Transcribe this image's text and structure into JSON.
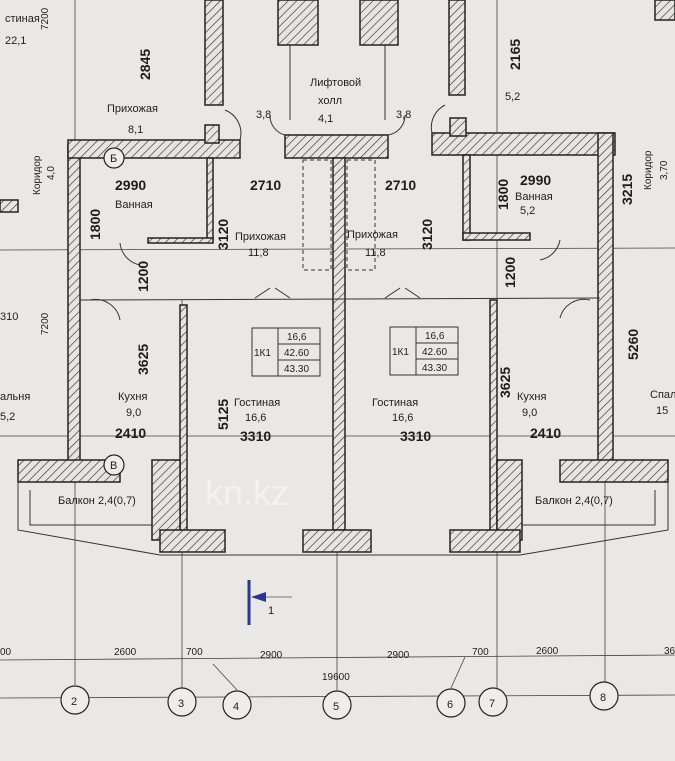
{
  "colors": {
    "paper": "#e9e8e4",
    "ink": "#1e1e1e",
    "section_marker": "#2a3590"
  },
  "top": {
    "gostinaya_partial": "стиная",
    "gostinaya_area": "22,1",
    "prikhozhaya": "Прихожая",
    "prikhozhaya_area": "8,1",
    "dim_2845": "2845",
    "lift_hall_1": "Лифтовой",
    "lift_hall_2": "холл",
    "lift_hall_area": "4,1",
    "tambour_left": "3,8",
    "tambour_right": "3,8",
    "dim_7200_top": "7200",
    "dim_2165": "2165",
    "right_room_area": "5,2"
  },
  "edges": {
    "left_corridor": "Коридор",
    "left_corridor_area": "4,0",
    "left_310": "310",
    "left_bedroom": "альня",
    "left_bedroom_area": "5,2",
    "dim_7200_left": "7200",
    "right_corridor": "Коридор",
    "right_corridor_area": "3,70",
    "right_bedroom": "Спал",
    "right_bedroom_area": "15",
    "right_dim": "36"
  },
  "axes_marks": {
    "b_top": "Б",
    "v_bottom": "В"
  },
  "apt_left": {
    "bath_dim": "2990",
    "bath": "Ванная",
    "bath_dim_v": "1800",
    "hall_dim_w": "2710",
    "hall_dim_h": "3120",
    "hall": "Прихожая",
    "hall_area": "11,8",
    "dim_1200": "1200",
    "kitchen_dim_h": "3625",
    "kitchen": "Кухня",
    "kitchen_area": "9,0",
    "kitchen_dim_w": "2410",
    "living_dim_h": "5125",
    "living": "Гостиная",
    "living_area": "16,6",
    "living_dim_w": "3310",
    "balcony": "Балкон 2,4(0,7)",
    "table": {
      "type": "1К1",
      "living_area": "16,6",
      "total_area": "42.60",
      "total_with_balcony": "43.30"
    }
  },
  "apt_right": {
    "bath_dim": "2990",
    "bath": "Ванная",
    "bath_area": "5,2",
    "bath_dim_v": "1800",
    "hall_dim_w": "2710",
    "hall_dim_h": "3120",
    "hall": "Прихожая",
    "hall_area": "11,8",
    "dim_1200": "1200",
    "dim_3215": "3215",
    "dim_5260": "5260",
    "kitchen_dim_h": "3625",
    "kitchen": "Кухня",
    "kitchen_area": "9,0",
    "kitchen_dim_w": "2410",
    "living": "Гостиная",
    "living_area": "16,6",
    "living_dim_w": "3310",
    "balcony": "Балкон 2,4(0,7)",
    "table": {
      "type": "1К1",
      "living_area": "16,6",
      "total_area": "42.60",
      "total_with_balcony": "43.30"
    }
  },
  "dimensions": {
    "d0": "00",
    "d1": "2600",
    "d2": "700",
    "d3": "2900",
    "d4": "2900",
    "d5": "700",
    "d6": "2600",
    "d7": "36",
    "total": "19600"
  },
  "grid_axes": [
    "2",
    "3",
    "4",
    "5",
    "6",
    "7",
    "8"
  ],
  "section": {
    "label": "1"
  },
  "watermark": "kn.kz"
}
